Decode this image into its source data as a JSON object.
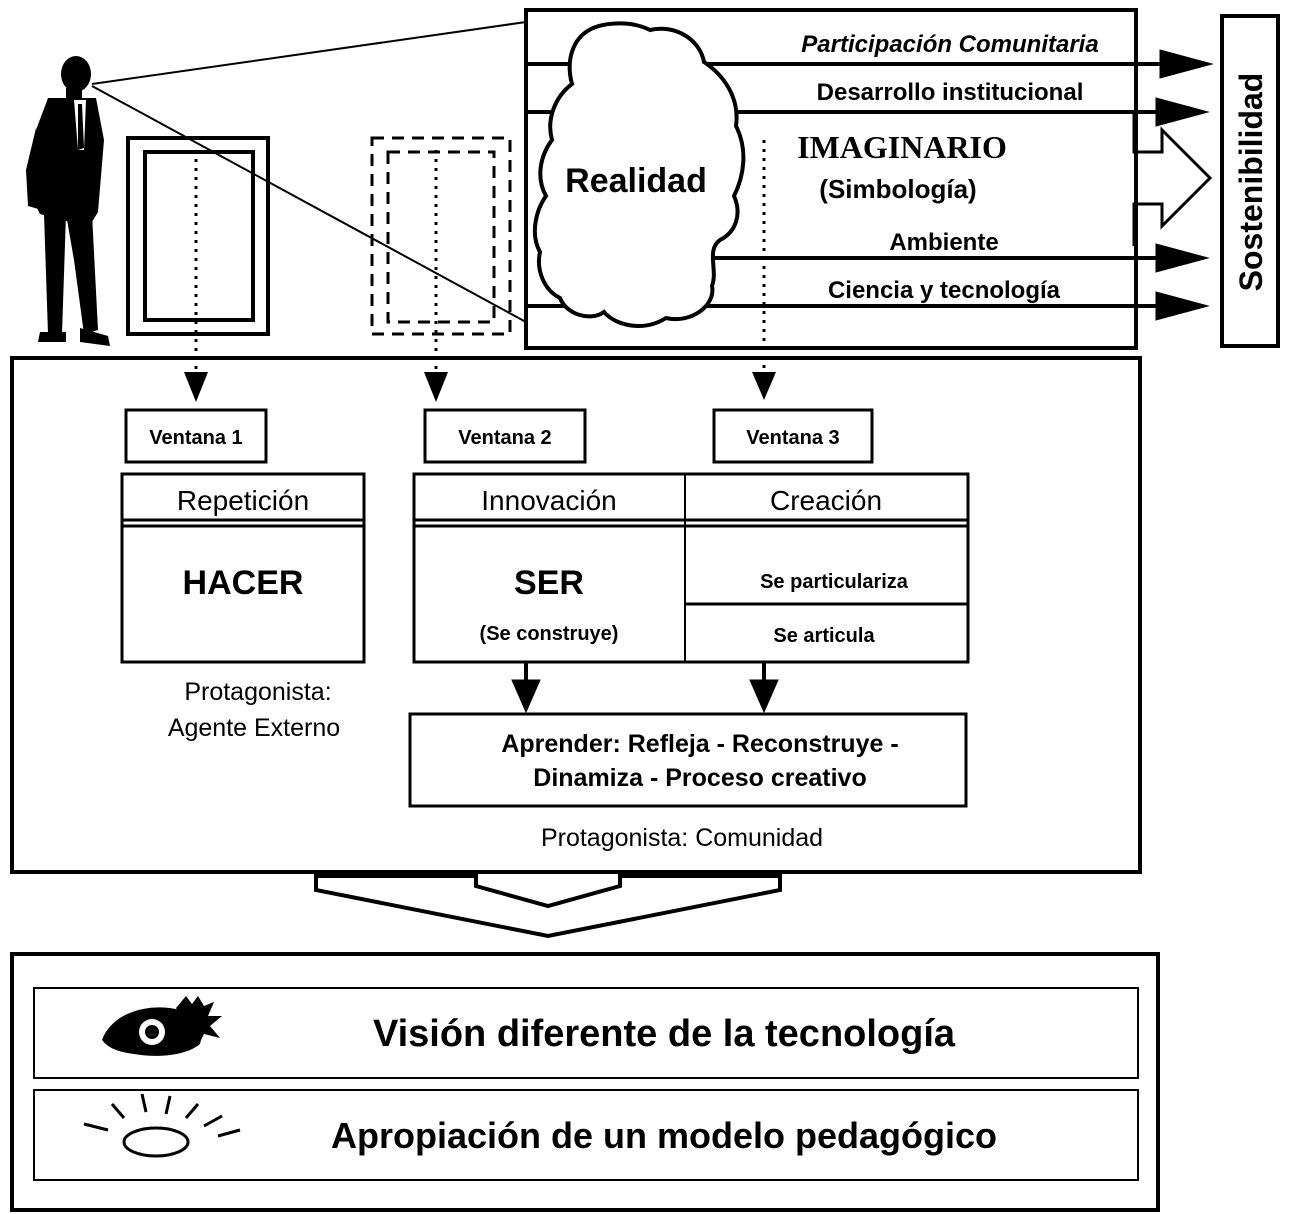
{
  "header": {
    "streams": {
      "participacion": "Participación Comunitaria",
      "desarrollo": "Desarrollo institucional",
      "ambiente": "Ambiente",
      "ciencia": "Ciencia y tecnología"
    },
    "realidad": "Realidad",
    "imaginario": "IMAGINARIO",
    "simbologia": "(Simbología)",
    "sostenibilidad": "Sostenibilidad"
  },
  "windows": [
    {
      "label": "Ventana 1"
    },
    {
      "label": "Ventana 2"
    },
    {
      "label": "Ventana 3"
    }
  ],
  "columns": {
    "repeticion": {
      "title": "Repetición",
      "main": "HACER"
    },
    "innovacion": {
      "title": "Innovación",
      "main": "SER",
      "sub": "(Se construye)"
    },
    "creacion": {
      "title": "Creación",
      "row1": "Se particulariza",
      "row2": "Se articula"
    }
  },
  "protagonista_externo": {
    "line1": "Protagonista:",
    "line2": "Agente Externo"
  },
  "aprender": {
    "line1": "Aprender:  Refleja - Reconstruye -",
    "line2": "Dinamiza - Proceso creativo"
  },
  "protagonista_comunidad": "Protagonista:  Comunidad",
  "outcomes": [
    {
      "label": "Visión diferente de la tecnología",
      "icon": "eye-hand-icon"
    },
    {
      "label": "Apropiación de un modelo pedagógico",
      "icon": "light-bulb-icon"
    }
  ]
}
